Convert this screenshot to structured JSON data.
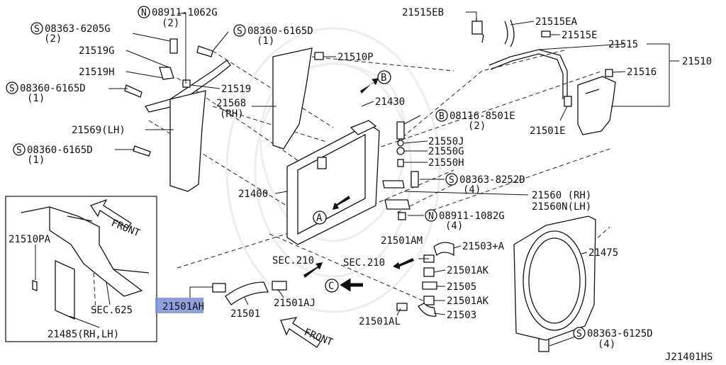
{
  "labels": {
    "p21515EB": "21515EB",
    "p21515EA": "21515EA",
    "p21515E": "21515E",
    "p21515": "21515",
    "p21510": "21510",
    "p21516": "21516",
    "p21501E": "21501E",
    "p21510P": "21510P",
    "p21430": "21430",
    "p21568": "21568",
    "p21568rh": "(RH)",
    "p21519G": "21519G",
    "p21519H": "21519H",
    "p21519": "21519",
    "p21569": "21569(LH)",
    "p21400": "21400",
    "p08116": "08116-8501E",
    "p08116q": "(2)",
    "p21550J": "21550J",
    "p21550G": "21550G",
    "p21550H": "21550H",
    "p21560": "21560 (RH)",
    "p21560N": "21560N(LH)",
    "p21501AM": "21501AM",
    "p21503A": "21503+A",
    "p21475": "21475",
    "p21501AK1": "21501AK",
    "p21505": "21505",
    "p21501AK2": "21501AK",
    "p21503": "21503",
    "p21501AL": "21501AL",
    "p21501AJ": "21501AJ",
    "p21501": "21501",
    "p21501AH": "21501AH",
    "p21510PA": "21510PA",
    "p21485": "21485(RH,LH)",
    "sec625": "SEC.625",
    "sec210a": "SEC.210",
    "sec210b": "SEC.210",
    "front1": "FRONT",
    "front2": "FRONT",
    "code": "J21401HS"
  },
  "fasteners": [
    {
      "prefix": "N",
      "part": "08911-1062G",
      "qty": "(2)"
    },
    {
      "prefix": "S",
      "part": "08363-6205G",
      "qty": "(2)"
    },
    {
      "prefix": "S",
      "part": "08360-6165D",
      "qty": "(1)"
    },
    {
      "prefix": "S",
      "part": "08360-6165D",
      "qty": "(1)"
    },
    {
      "prefix": "S",
      "part": "08360-6165D",
      "qty": "(1)"
    },
    {
      "prefix": "B",
      "part": "08116-8501E",
      "qty": "(2)"
    },
    {
      "prefix": "S",
      "part": "08363-8252D",
      "qty": "(4)"
    },
    {
      "prefix": "N",
      "part": "08911-1082G",
      "qty": "(4)"
    },
    {
      "prefix": "S",
      "part": "08363-6125D",
      "qty": "(4)"
    }
  ],
  "refs": {
    "A": "A",
    "B": "B",
    "C": "C"
  },
  "highlight": {
    "part": "21501AH",
    "color": "#7b8fd6"
  }
}
